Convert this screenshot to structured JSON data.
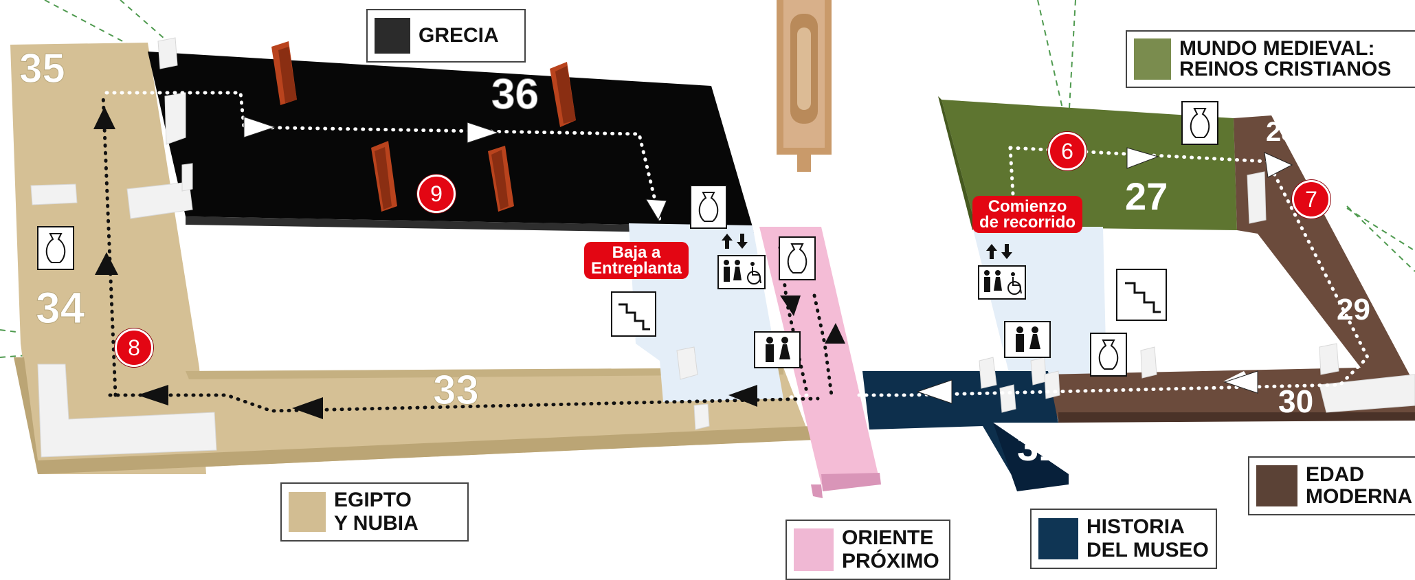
{
  "legend": {
    "grecia": "GRECIA",
    "mundo_medieval": "MUNDO MEDIEVAL:\nREINOS CRISTIANOS",
    "egipto": "EGIPTO\nY NUBIA",
    "oriente": "ORIENTE\nPRÓXIMO",
    "historia": "HISTORIA\nDEL MUSEO",
    "edad_moderna": "EDAD\nMODERNA"
  },
  "colors": {
    "grecia": "#2b2b2b",
    "medieval": "#7a8c4e",
    "egipto": "#d2bd92",
    "oriente": "#f0b8d4",
    "historia": "#0f3554",
    "moderna": "#5b4236",
    "stop_red": "#e30613"
  },
  "rooms": {
    "r27": "27",
    "r28": "28",
    "r29": "29",
    "r30": "30",
    "r31": "31",
    "r33": "33",
    "r34": "34",
    "r35": "35",
    "r36": "36"
  },
  "stops": {
    "s6": "6",
    "s7": "7",
    "s8": "8",
    "s9": "9"
  },
  "labels": {
    "baja": "Baja a\nEntreplanta",
    "comienzo": "Comienzo\nde recorrido"
  },
  "icons": [
    "vase-icon",
    "stairs-icon",
    "restroom-icon",
    "elevator-icon",
    "accessible-icon"
  ]
}
